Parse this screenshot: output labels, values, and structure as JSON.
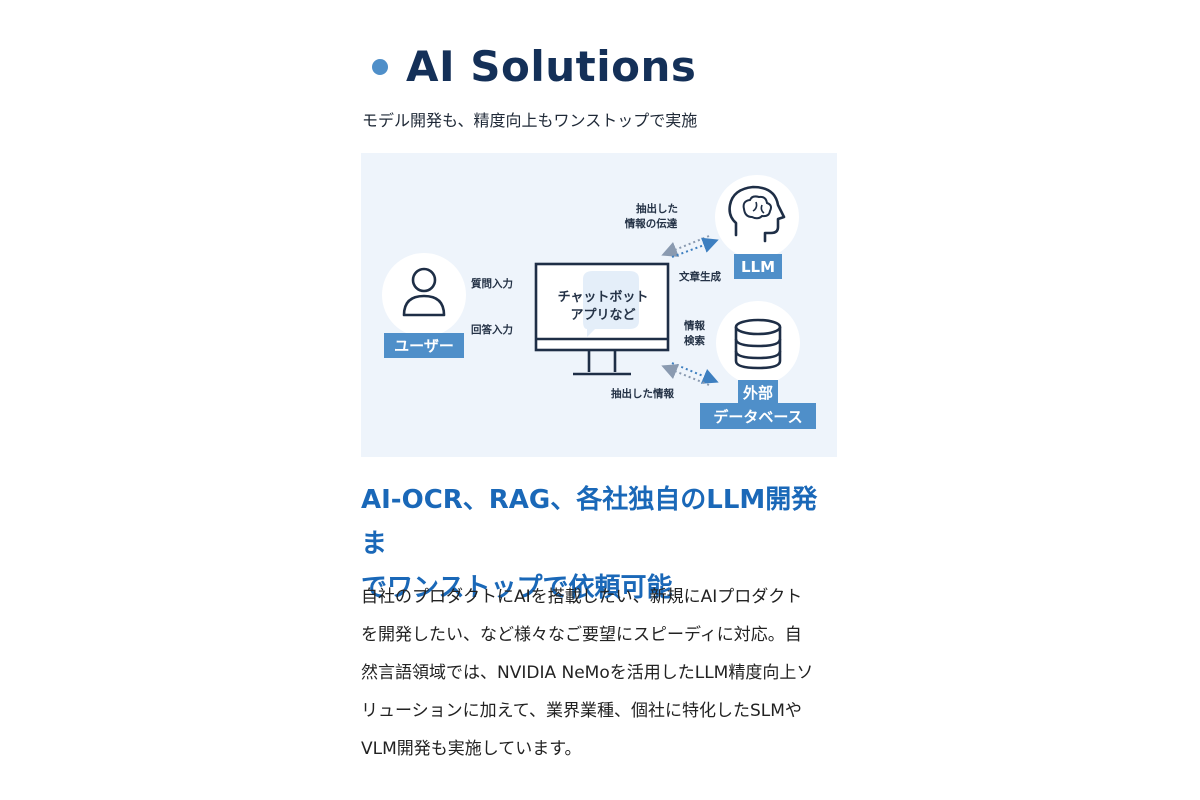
{
  "section": {
    "title": "AI Solutions",
    "subtitle": "モデル開発も、精度向上もワンストップで実施"
  },
  "diagram": {
    "user_tag": "ユーザー",
    "question_input": "質問入力",
    "answer_input": "回答入力",
    "chatbot_line1": "チャットボット",
    "chatbot_line2": "アプリなど",
    "extracted_transfer_line1": "抽出した",
    "extracted_transfer_line2": "情報の伝達",
    "text_generation": "文章生成",
    "llm_tag": "LLM",
    "info_search_line1": "情報",
    "info_search_line2": "検索",
    "extracted_info": "抽出した情報",
    "db_tag_line1": "外部",
    "db_tag_line2": "データベース",
    "accent_color": "#4f8fc9",
    "line_color": "#1e2e46"
  },
  "heading": {
    "line1": "AI-OCR、RAG、各社独自のLLM開発ま",
    "line2": "でワンストップで依頼可能"
  },
  "body": {
    "line1": "自社のプロダクトにAIを搭載したい、新規にAIプロダクト",
    "line2": "を開発したい、など様々なご要望にスピーディに対応。自",
    "line3": "然言語領域では、NVIDIA NeMoを活用したLLM精度向上ソ",
    "line4": "リューションに加えて、業界業種、個社に特化したSLMや",
    "line5": "VLM開発も実施しています。"
  }
}
